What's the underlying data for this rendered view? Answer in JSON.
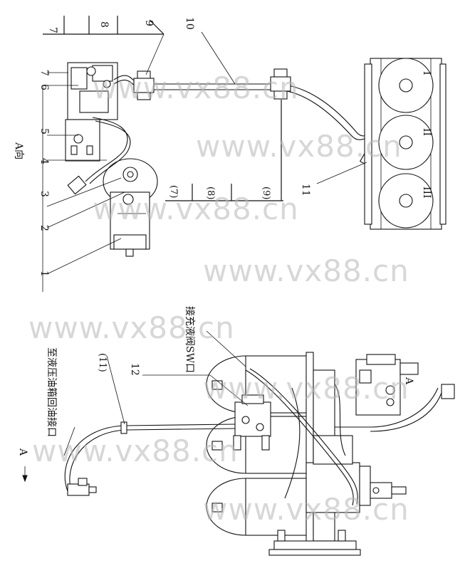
{
  "labels": {
    "n1": "1",
    "n2": "2",
    "n3": "3",
    "n4": "4",
    "n5": "5",
    "n6": "6",
    "n7": "7",
    "n8": "8",
    "n9": "9",
    "n10": "10",
    "n11": "11",
    "n12": "12",
    "p7": "(7)",
    "p8": "(8)",
    "p9": "(9)",
    "p11": "(11)",
    "view_a": "A向",
    "arrow_a": "A",
    "mark_a": "A",
    "roman_1": "I",
    "roman_2": "II",
    "roman_3": "III",
    "note_tank_port": "至液压油箱回油接口",
    "note_valve_port": "接充液阀SW口"
  },
  "watermark": {
    "text": "www.vx88.cn",
    "color": "#b7b7b7"
  },
  "colors": {
    "ink": "#111111",
    "paper": "#ffffff"
  }
}
